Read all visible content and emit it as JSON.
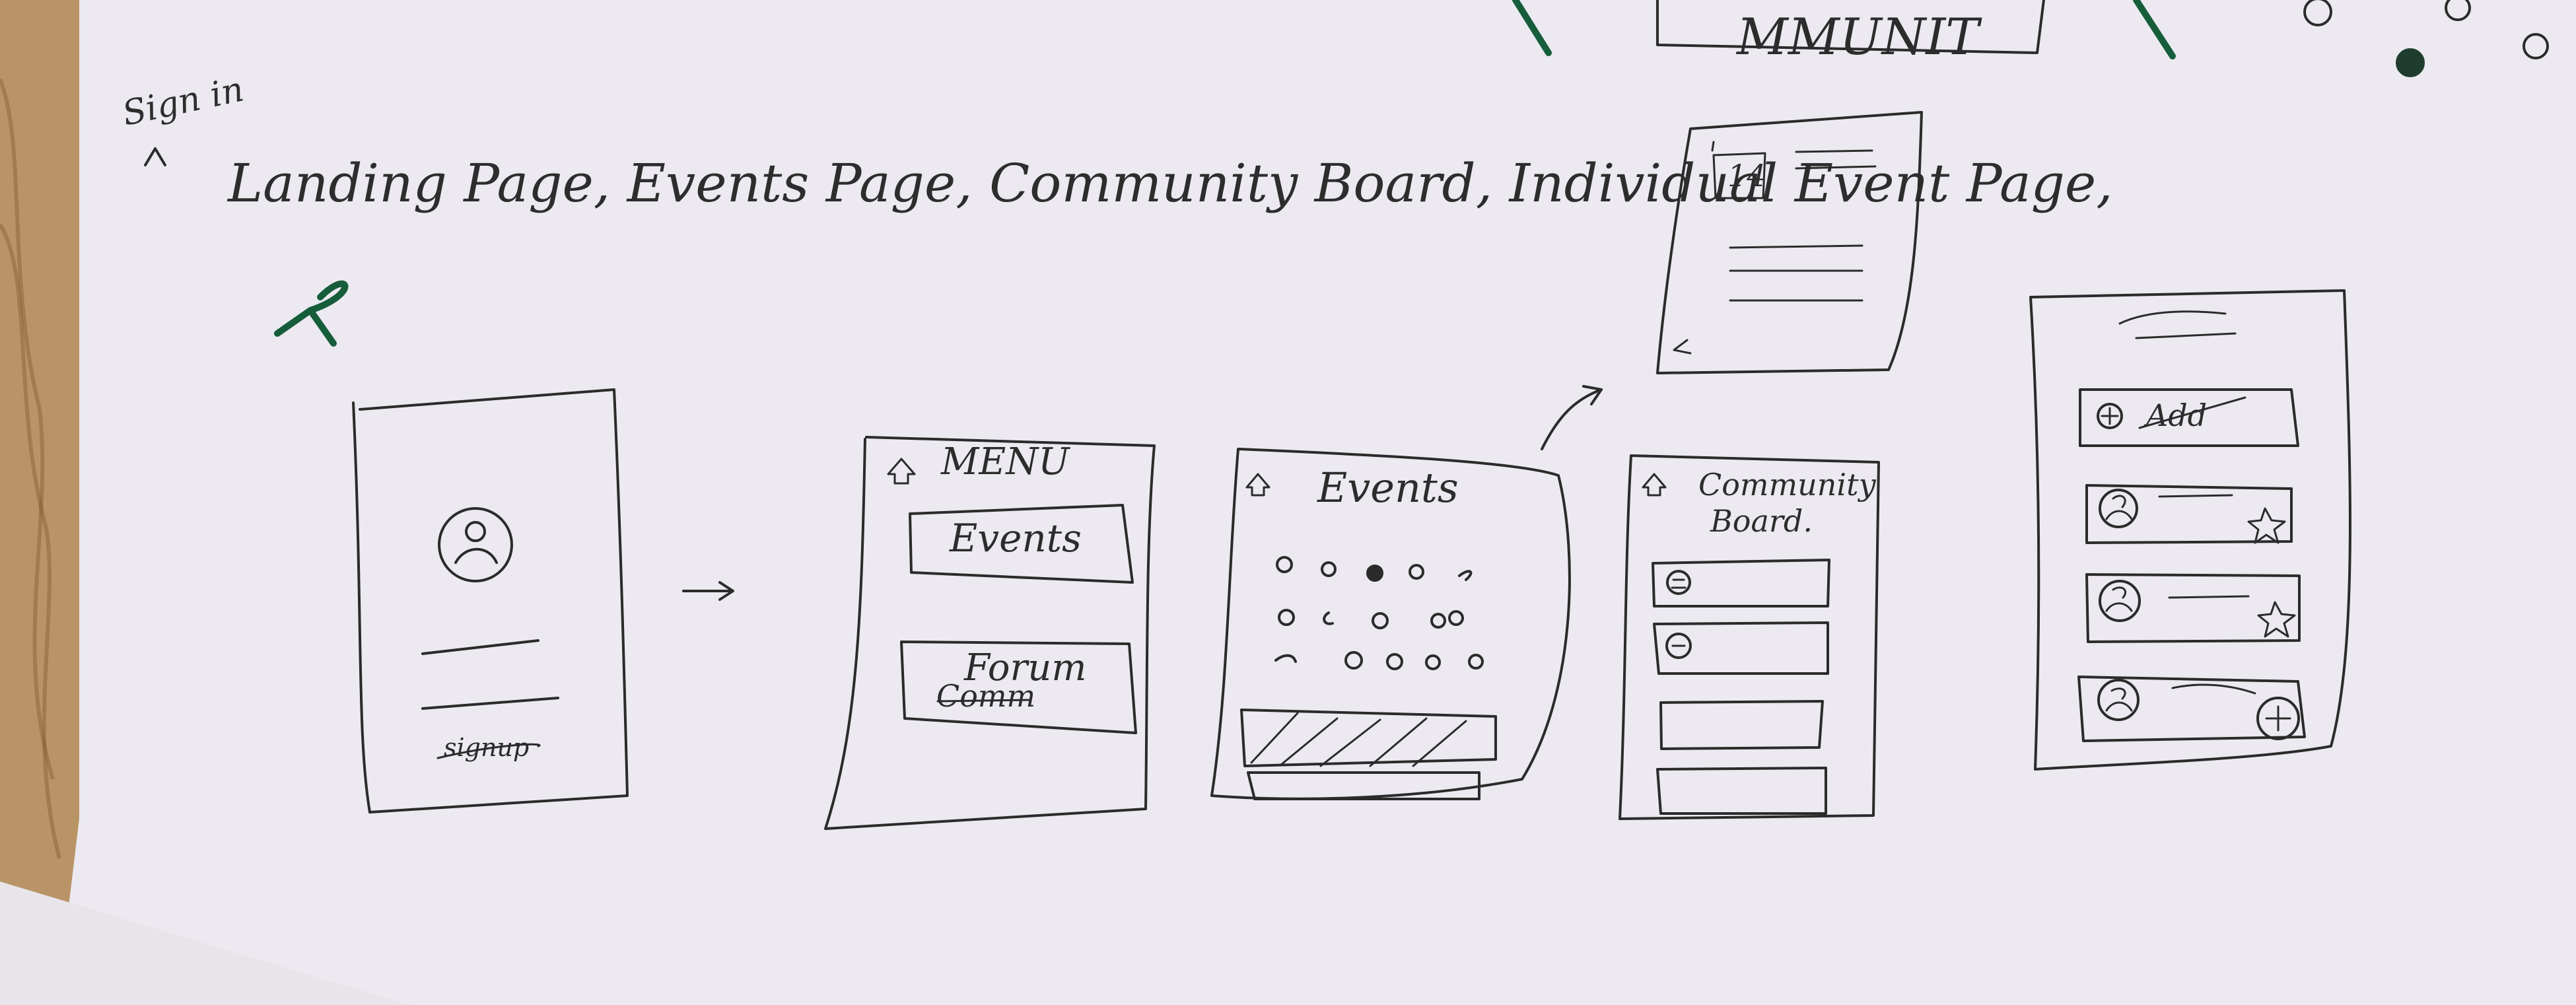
{
  "page": {
    "heading_sign_in": "Sign in",
    "heading_flow": "Landing Page, Events Page, Community Board, Individual Event Page,",
    "top_partial_text": "MMUNIT"
  },
  "sketches": {
    "landing": {
      "signup_label": "signup"
    },
    "menu": {
      "title": "MENU",
      "events_button": "Events",
      "forum_button": "Forum",
      "forum_scratched": "Comm"
    },
    "events": {
      "title": "Events"
    },
    "event_detail": {
      "date": "14"
    },
    "community_board": {
      "title_line1": "Community",
      "title_line2": "Board."
    },
    "community_list": {
      "add_label": "Add"
    }
  },
  "icons": {
    "arrow_right": "arrow-right-icon",
    "curved_arrow": "curved-arrow-icon",
    "home": "home-icon",
    "profile": "profile-icon",
    "plus": "plus-icon",
    "star": "star-icon",
    "back": "back-arrow-icon"
  },
  "colors": {
    "paper": "#eceaf0",
    "ink": "#2b2b2b",
    "green_ink": "#165d3c",
    "wood": "#b99466"
  }
}
